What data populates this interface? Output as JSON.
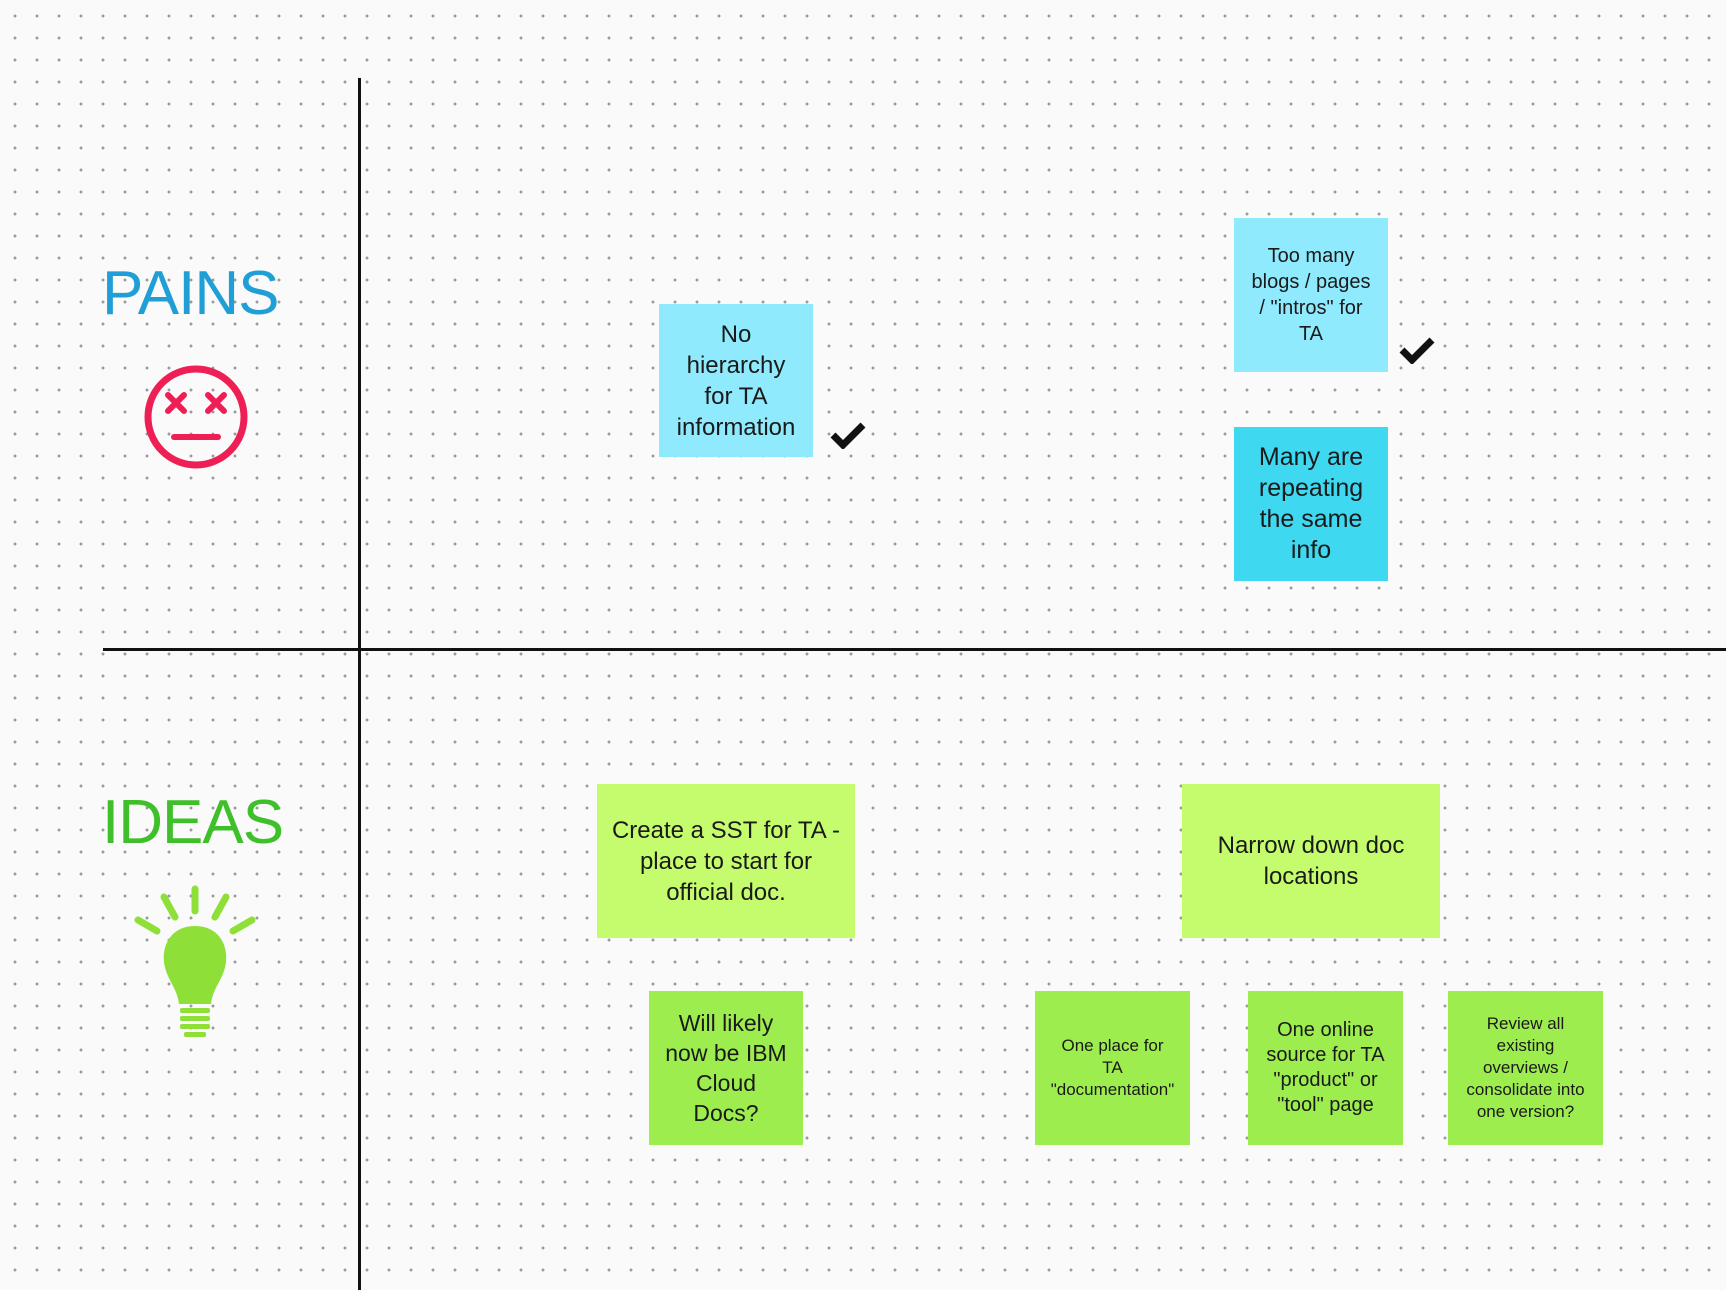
{
  "colors": {
    "pains_title": "#1f9fd6",
    "ideas_title": "#3fbf2a",
    "pain_icon": "#ee1f55",
    "idea_icon": "#8ee038",
    "sticky_light_blue": "#8eeafc",
    "sticky_cyan": "#3ed8f1",
    "sticky_yellow_green": "#c5fc6d",
    "sticky_green": "#9ded4f",
    "axis_line": "#111111",
    "check_mark": "#111111"
  },
  "sections": {
    "pains": {
      "title": "PAINS",
      "icon": "dizzy-face-icon"
    },
    "ideas": {
      "title": "IDEAS",
      "icon": "light-bulb-icon"
    }
  },
  "pains_notes": [
    {
      "text": "No\nhierarchy\nfor TA\ninformation",
      "checked": true
    },
    {
      "text": "Too many\nblogs / pages\n/ \"intros\" for\nTA",
      "checked": true
    },
    {
      "text": "Many are\nrepeating\nthe same\ninfo",
      "checked": false
    }
  ],
  "ideas_notes": [
    {
      "text": "Create a SST for TA -\nplace to start for\nofficial doc."
    },
    {
      "text": "Narrow down doc\nlocations"
    },
    {
      "text": "Will likely\nnow be IBM\nCloud\nDocs?"
    },
    {
      "text": "One place for\nTA\n\"documentation\""
    },
    {
      "text": "One online\nsource for TA\n\"product\" or\n\"tool\" page"
    },
    {
      "text": "Review all\nexisting\noverviews /\nconsolidate into\none version?"
    }
  ]
}
